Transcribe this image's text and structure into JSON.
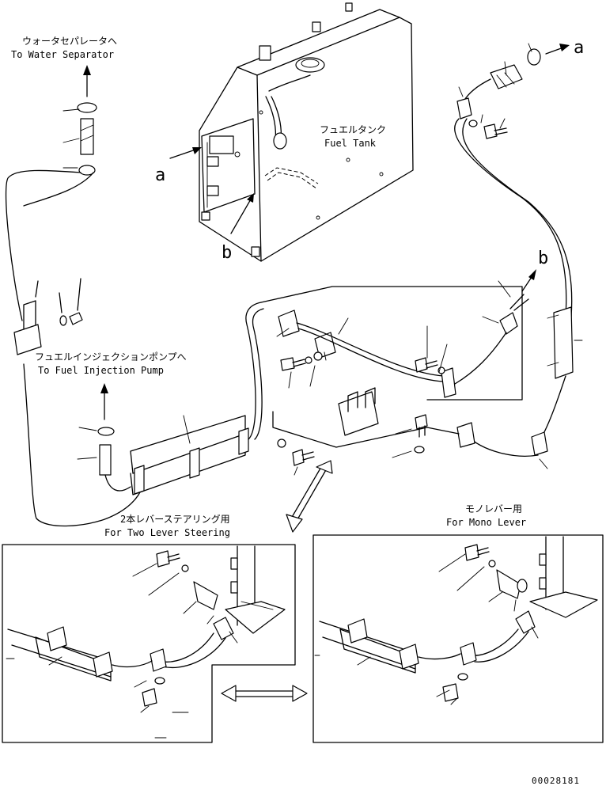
{
  "labels": {
    "water_separator_jp": "ウォータセパレータへ",
    "water_separator_en": "To Water Separator",
    "fuel_tank_jp": "フュエルタンク",
    "fuel_tank_en": "Fuel Tank",
    "injection_pump_jp": "フュエルインジェクションポンプへ",
    "injection_pump_en": "To Fuel Injection Pump",
    "two_lever_jp": "2本レバーステアリング用",
    "two_lever_en": "For Two Lever Steering",
    "mono_lever_jp": "モノレバー用",
    "mono_lever_en": "For Mono Lever",
    "ref_a": "a",
    "ref_b": "b",
    "drawing_number": "00028181"
  }
}
